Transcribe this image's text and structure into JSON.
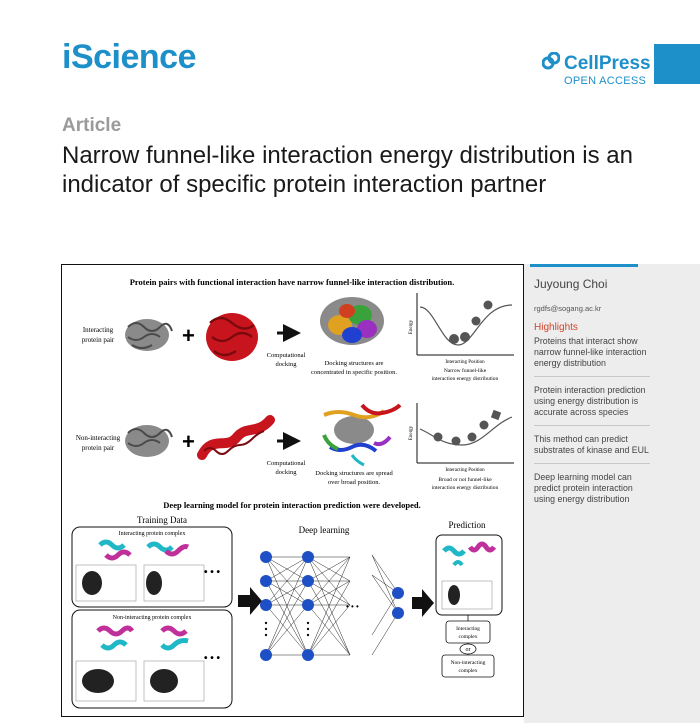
{
  "header": {
    "journal": "iScience",
    "publisher": "CellPress",
    "access": "OPEN ACCESS"
  },
  "article": {
    "type": "Article",
    "title": "Narrow funnel-like interaction energy distribution is an indicator of specific protein interaction partner"
  },
  "sidebar": {
    "author": "Juyoung Choi",
    "email": "rgdfs@sogang.ac.kr",
    "highlights_title": "Highlights",
    "highlights": [
      "Proteins that interact show narrow funnel-like interaction energy distribution",
      "Protein interaction prediction using energy distribution is accurate across species",
      "This method can predict substrates of kinase and EUL",
      "Deep learning model can predict protein interaction using energy distribution"
    ]
  },
  "graphical_abstract": {
    "top_heading": "Protein pairs with functional interaction have narrow funnel-like interaction distribution.",
    "interacting_label_1": "Interacting",
    "interacting_label_2": "protein pair",
    "noninteracting_label_1": "Non-interacting",
    "noninteracting_label_2": "protein pair",
    "comp_docking_1": "Computational",
    "comp_docking_2": "docking",
    "docking_concentrated_1": "Docking structures are",
    "docking_concentrated_2": "concentrated in specific position.",
    "docking_spread_1": "Docking structures are spread",
    "docking_spread_2": "over broad position.",
    "energy_axis": "Energy",
    "position_axis": "Interacting Position",
    "narrow_caption_1": "Narrow funnel-like",
    "narrow_caption_2": "interaction energy distribution",
    "broad_caption_1": "Broad or not funnel-like",
    "broad_caption_2": "interaction energy distribution",
    "dl_heading": "Deep learning model for protein interaction prediction were developed.",
    "training_data": "Training Data",
    "interacting_complex": "Interacting protein complex",
    "noninteracting_complex": "Non-interacting protein complex",
    "deep_learning": "Deep learning",
    "prediction": "Prediction",
    "result_interacting_1": "Interacting",
    "result_interacting_2": "complex",
    "result_or": "or",
    "result_non_1": "Non-interacting",
    "result_non_2": "complex",
    "ellipsis": "• • •",
    "plus": "+",
    "colors": {
      "grey_protein": "#7a7a7a",
      "red_protein": "#c8141c",
      "node_blue": "#1f4fc4",
      "cyan_protein": "#20b7c7",
      "magenta_protein": "#c0309a"
    }
  }
}
